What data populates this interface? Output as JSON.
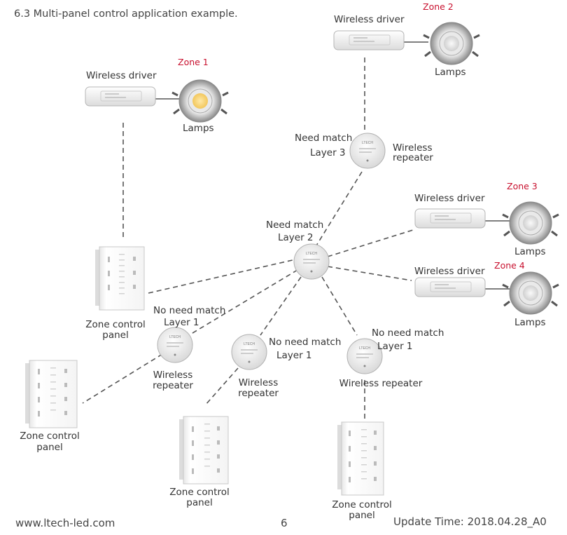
{
  "title": "6.3 Multi-panel control application example.",
  "zones": {
    "z1": "Zone 1",
    "z2": "Zone 2",
    "z3": "Zone 3",
    "z4": "Zone 4"
  },
  "labels": {
    "wireless_driver": "Wireless driver",
    "lamps": "Lamps",
    "need_match": "Need match",
    "no_need_match": "No need match",
    "layer1": "Layer 1",
    "layer2": "Layer 2",
    "layer3": "Layer 3",
    "wireless_line1": "Wireless",
    "repeater_line2": "repeater",
    "wireless_repeater": "Wireless repeater",
    "zone_control_line1": "Zone control",
    "panel_line2": "panel"
  },
  "device_brand": "LTECH",
  "footer": {
    "website": "www.ltech-led.com",
    "page_number": "6",
    "update_time": "Update Time: 2018.04.28_A0"
  }
}
